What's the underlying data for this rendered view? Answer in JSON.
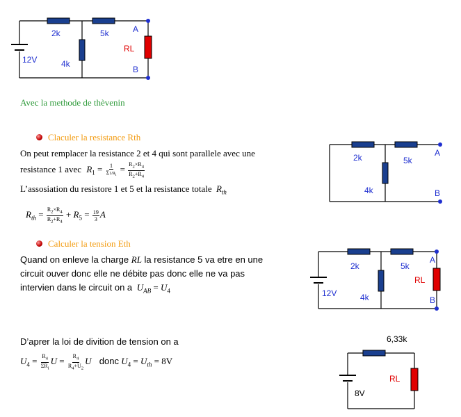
{
  "circuit1": {
    "r2": "2k",
    "r5": "5k",
    "r4": "4k",
    "rl": "RL",
    "v": "12V",
    "a": "A",
    "b": "B"
  },
  "circuit2": {
    "r2": "2k",
    "r5": "5k",
    "r4": "4k",
    "a": "A",
    "b": "B"
  },
  "circuit3": {
    "r2": "2k",
    "r5": "5k",
    "r4": "4k",
    "rl": "RL",
    "v": "12V",
    "a": "A",
    "b": "B"
  },
  "circuit4": {
    "r": "6,33k",
    "rl": "RL",
    "v": "8V"
  },
  "heading_method": "Avec la methode de thèvenin",
  "step1_title": "Claculer la resistance  Rth",
  "para1": {
    "line1": "On peut remplacer la resistance  2 et 4 qui sont parallele avec une",
    "line2_prefix": "resistance 1 avec",
    "line3": "L’assosiation du resistore 1 et 5 et la resistance totale"
  },
  "rth_result": "= 19/3 A",
  "step2_title": "Calculer la tension Eth",
  "para2": {
    "line1": "Quand on enleve la charge",
    "line1_b": "la resistance 5 va etre en une",
    "line2": "circuit ouver donc elle ne débite pas donc elle ne va pas",
    "line3": "intervien dans le circuit on a"
  },
  "para3": {
    "line1": "D’aprer la loi de divition de tension on a",
    "donc": "donc",
    "result": "= 8V"
  },
  "colors": {
    "component_blue": "#1f2fd0",
    "load_red": "#e00000",
    "heading_green": "#2e9a3a",
    "title_orange": "#f39c12"
  }
}
